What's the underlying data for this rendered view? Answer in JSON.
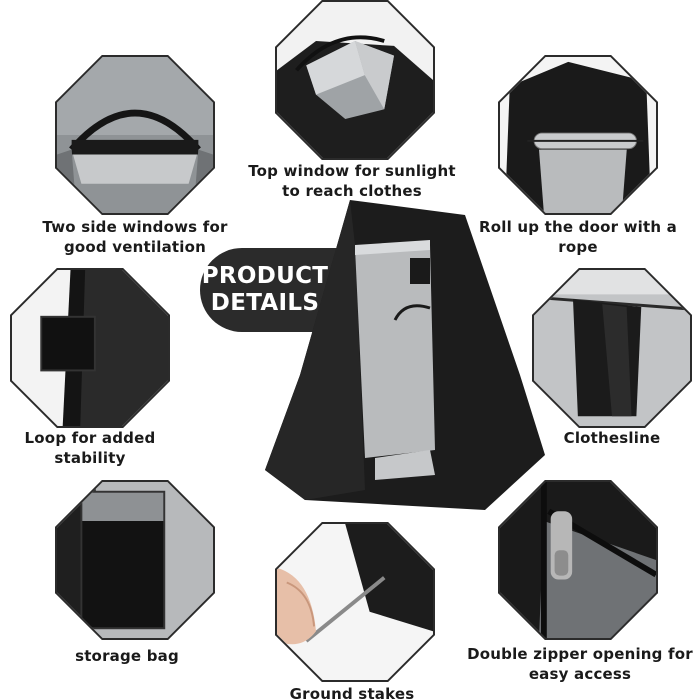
{
  "badge": {
    "line1": "PRODUCT",
    "line2": "DETAILS"
  },
  "features": {
    "top_window": {
      "line1": "Top window for sunlight",
      "line2": "to reach clothes",
      "icon": "top-window-photo"
    },
    "side_windows": {
      "line1": "Two side windows for",
      "line2": "good ventilation",
      "icon": "side-window-photo"
    },
    "roll_door": {
      "line1": "Roll up the door with a",
      "line2": "rope",
      "icon": "rolled-door-photo"
    },
    "loop": {
      "line1": "Loop for added",
      "line2": "stability",
      "icon": "loop-photo"
    },
    "clothesline": {
      "line1": "Clothesline",
      "line2": "",
      "icon": "clothesline-photo"
    },
    "storage_bag": {
      "line1": "storage bag",
      "line2": "",
      "icon": "storage-bag-photo"
    },
    "stakes": {
      "line1": "Ground stakes",
      "line2": "",
      "icon": "ground-stakes-photo"
    },
    "zipper": {
      "line1": "Double zipper opening for",
      "line2": "easy access",
      "icon": "zipper-photo"
    }
  },
  "colors": {
    "tent_black": "#1c1c1c",
    "tent_gray": "#b9bbbd",
    "badge_bg": "#2b2b2b",
    "badge_text": "#ffffff"
  }
}
